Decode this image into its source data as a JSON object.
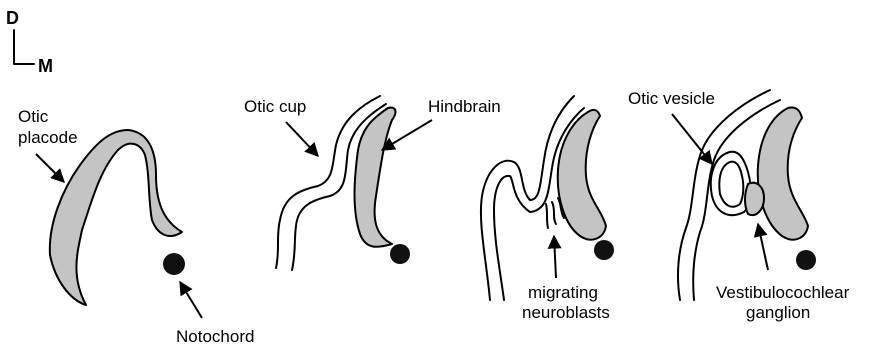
{
  "orientation": {
    "dorsal": "D",
    "medial": "M"
  },
  "labels": {
    "otic_placode_line1": "Otic",
    "otic_placode_line2": "placode",
    "notochord": "Notochord",
    "otic_cup": "Otic cup",
    "hindbrain": "Hindbrain",
    "migrating_line1": "migrating",
    "migrating_line2": "neuroblasts",
    "otic_vesicle": "Otic vesicle",
    "vestibulocochlear_line1": "Vestibulocochlear",
    "vestibulocochlear_line2": "ganglion"
  },
  "colors": {
    "tissue": "#c4c4c4",
    "outline": "#000000",
    "notochord": "#111111"
  }
}
